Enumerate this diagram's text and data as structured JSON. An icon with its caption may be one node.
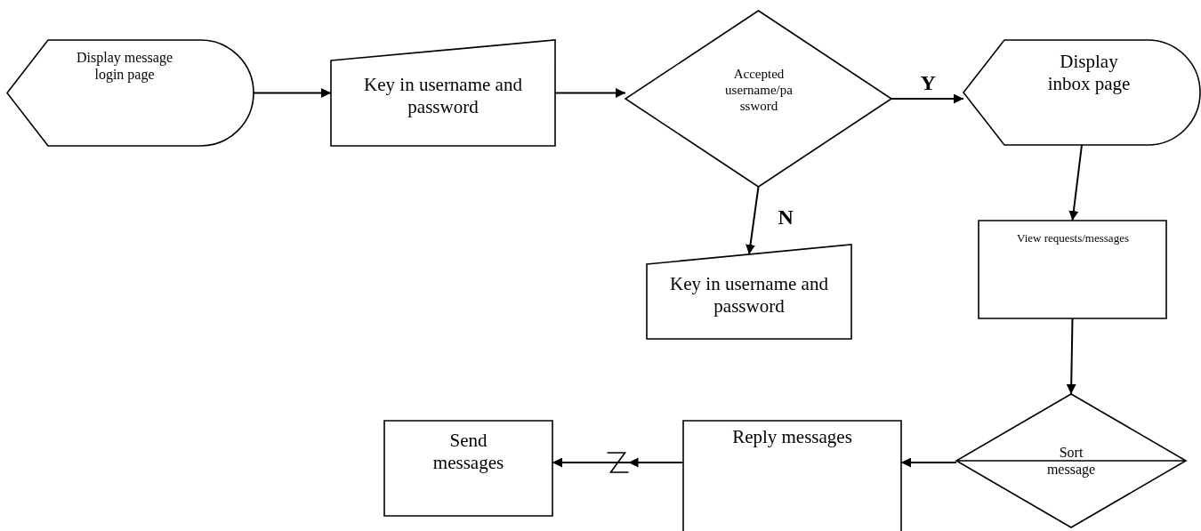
{
  "diagram": {
    "nodes": [
      {
        "text": [
          "Display message login page"
        ]
      },
      {
        "text": [
          "Key in username and password"
        ]
      },
      {
        "text": [
          "Accepted username/pa ssword"
        ]
      },
      {
        "text": [
          "Display inbox page"
        ]
      },
      {
        "text": [
          "Key in username and password"
        ]
      },
      {
        "text": [
          "View requests/messages"
        ]
      },
      {
        "text": [
          "Sort message"
        ]
      },
      {
        "text": [
          "Reply messages"
        ]
      },
      {
        "text": [
          "Send messages"
        ]
      }
    ],
    "edges": [
      {
        "from": 0,
        "to": 1,
        "arrow": "to"
      },
      {
        "from": 1,
        "to": 2,
        "arrow": "to"
      },
      {
        "from": 2,
        "to": 3,
        "arrow": "to",
        "label": "Y"
      },
      {
        "from": 2,
        "to": 4,
        "arrow": "to",
        "label": "N"
      },
      {
        "from": 3,
        "to": 5,
        "arrow": "to"
      },
      {
        "from": 5,
        "to": 6,
        "arrow": "to"
      },
      {
        "from": 6,
        "to": 7,
        "arrow": "to"
      },
      {
        "from": 7,
        "to": 8,
        "arrow": "to"
      }
    ]
  }
}
